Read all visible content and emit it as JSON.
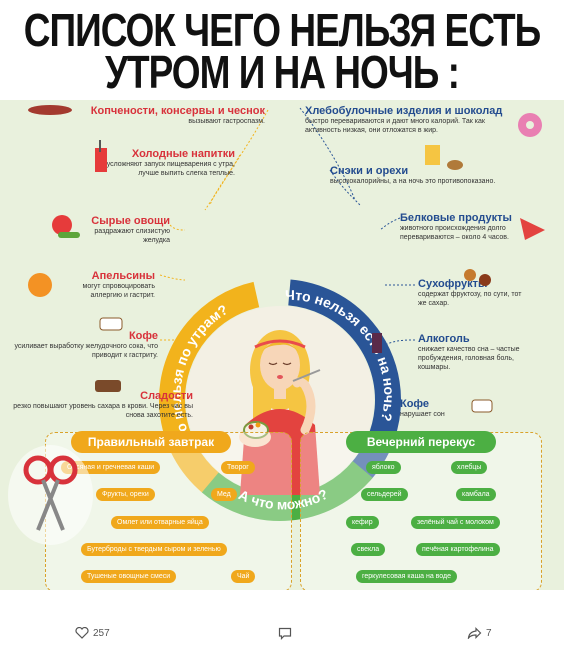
{
  "title": {
    "line1": "СПИСОК ЧЕГО НЕЛЬЗЯ ЕСТЬ",
    "line2": "УТРОМ И НА НОЧЬ :"
  },
  "ring": {
    "left_label": "Что нельзя по утрам?",
    "right_label": "Что нельзя есть на ночь?",
    "bottom_label": "А что можно?"
  },
  "morning": [
    {
      "title": "Копчености, консервы и чеснок",
      "desc": "вызывают гастроспазм."
    },
    {
      "title": "Холодные напитки",
      "desc": "усложняют запуск пищеварения с утра, лучше выпить слегка теплые."
    },
    {
      "title": "Сырые овощи",
      "desc": "раздражают слизистую желудка"
    },
    {
      "title": "Апельсины",
      "desc": "могут спровоцировать аллергию и гастрит."
    },
    {
      "title": "Кофе",
      "desc": "усиливает выработку желудочного сока, что приводит к гастриту."
    },
    {
      "title": "Сладости",
      "desc": "резко повышают уровень сахара в крови. Через час вы снова захотите есть."
    }
  ],
  "night": [
    {
      "title": "Хлебобулочные изделия и шоколад",
      "desc": "быстро перевариваются и дают много калорий. Так как активность низкая, они отложатся в жир."
    },
    {
      "title": "Снэки и орехи",
      "desc": "высококалорийны, а на ночь это противопоказано."
    },
    {
      "title": "Белковые продукты",
      "desc": "животного происхождения долго перевариваются – около 4 часов."
    },
    {
      "title": "Сухофрукты",
      "desc": "содержат фруктозу, по сути, тот же сахар."
    },
    {
      "title": "Алкоголь",
      "desc": "снижает качество сна – частые пробуждения, головная боль, кошмары."
    },
    {
      "title": "Кофе",
      "desc": "нарушает сон"
    }
  ],
  "breakfast": {
    "title": "Правильный завтрак",
    "items": [
      "Овсяная и гречневая каши",
      "Творог",
      "Фрукты, орехи",
      "Мед",
      "Омлет или отварные яйца",
      "Бутерброды с твердым сыром и зеленью",
      "Тушеные овощные смеси",
      "Чай"
    ]
  },
  "snack": {
    "title": "Вечерний перекус",
    "items": [
      "яблоко",
      "хлебцы",
      "сельдерей",
      "камбала",
      "кефир",
      "зелёный чай с молоком",
      "свекла",
      "печёная картофелина",
      "геркулесовая каша на воде"
    ]
  },
  "footer": {
    "likes": "257",
    "reposts": "7"
  },
  "colors": {
    "morning_ring": "#f2b31c",
    "night_ring": "#2a5597",
    "bottom_ring": "#4caf43",
    "accent_red": "#d8323b"
  }
}
